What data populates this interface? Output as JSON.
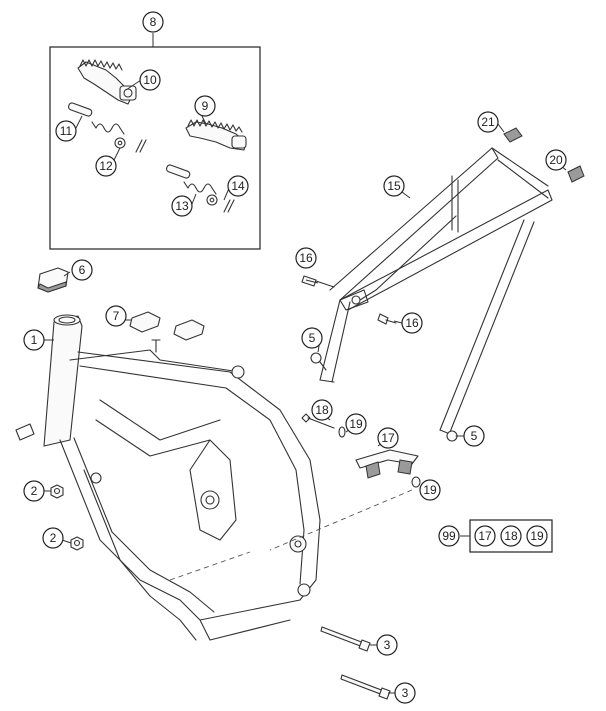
{
  "callouts": {
    "c1": "1",
    "c2a": "2",
    "c2b": "2",
    "c3a": "3",
    "c3b": "3",
    "c5a": "5",
    "c5b": "5",
    "c6": "6",
    "c7": "7",
    "c8": "8",
    "c9": "9",
    "c10": "10",
    "c11": "11",
    "c12": "12",
    "c13": "13",
    "c14": "14",
    "c15": "15",
    "c16a": "16",
    "c16b": "16",
    "c17": "17",
    "c18": "18",
    "c19a": "19",
    "c19b": "19",
    "c20": "20",
    "c21": "21"
  },
  "kit": {
    "label": "99",
    "items": [
      "17",
      "18",
      "19"
    ]
  }
}
